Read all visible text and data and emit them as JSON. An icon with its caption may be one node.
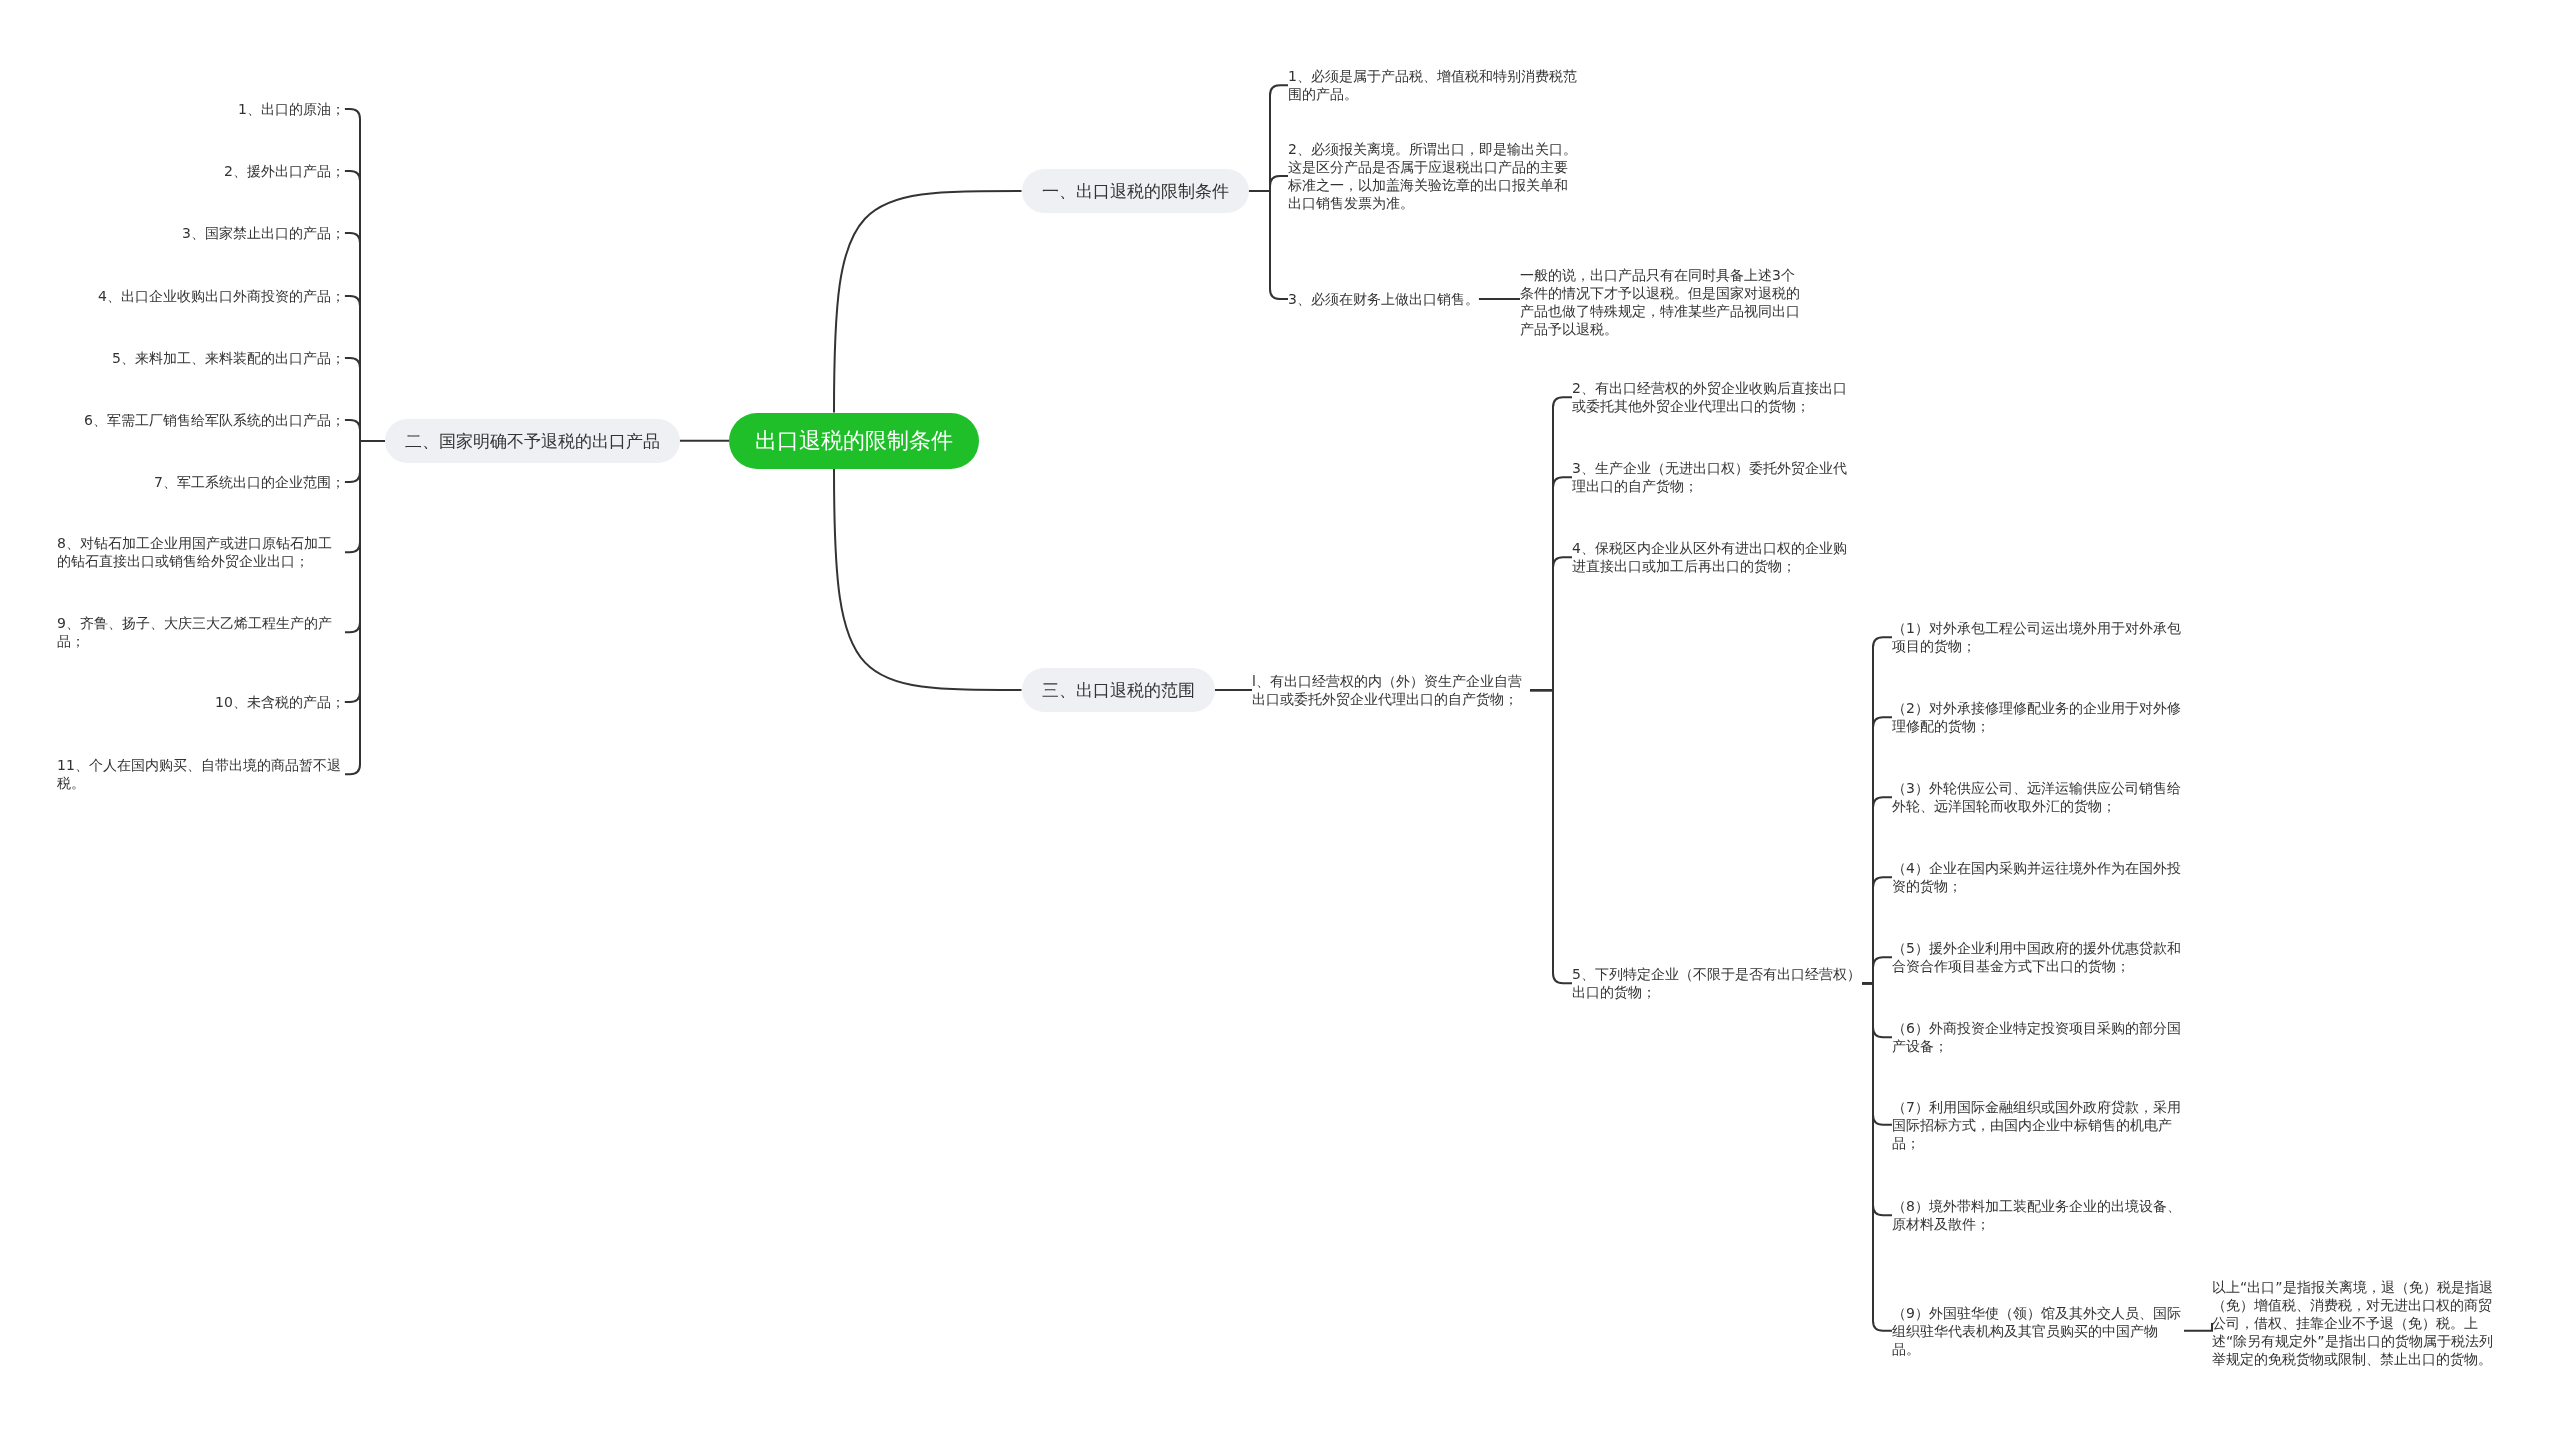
{
  "diagram": {
    "nodes": [
      {
        "text": [
          "出口退税的限制条件"
        ]
      },
      {
        "text": [
          "一、出口退税的限制条件"
        ]
      },
      {
        "text": [
          "1、必须是属于产品税、增值税和特别消费税范围的产品。"
        ]
      },
      {
        "text": [
          "2、必须报关离境。所谓出口，即是输出关口。这是区分产品是否属于应退税出口产品的主要标准之一，以加盖海关验讫章的出口报关单和出口销售发票为准。"
        ]
      },
      {
        "text": [
          "3、必须在财务上做出口销售。"
        ]
      },
      {
        "text": [
          "一般的说，出口产品只有在同时具备上述3个条件的情况下才予以退税。但是国家对退税的产品也做了特殊规定，特准某些产品视同出口产品予以退税。"
        ]
      },
      {
        "text": [
          "二、国家明确不予退税的出口产品"
        ]
      },
      {
        "text": [
          "1、出口的原油；"
        ]
      },
      {
        "text": [
          "2、援外出口产品；"
        ]
      },
      {
        "text": [
          "3、国家禁止出口的产品；"
        ]
      },
      {
        "text": [
          "4、出口企业收购出口外商投资的产品；"
        ]
      },
      {
        "text": [
          "5、来料加工、来料装配的出口产品；"
        ]
      },
      {
        "text": [
          "6、军需工厂销售给军队系统的出口产品；"
        ]
      },
      {
        "text": [
          "7、军工系统出口的企业范围；"
        ]
      },
      {
        "text": [
          "8、对钻石加工企业用国产或进口原钻石加工的钻石直接出口或销售给外贸企业出口；"
        ]
      },
      {
        "text": [
          "9、齐鲁、扬子、大庆三大乙烯工程生产的产品；"
        ]
      },
      {
        "text": [
          "10、未含税的产品；"
        ]
      },
      {
        "text": [
          "11、个人在国内购买、自带出境的商品暂不退税。"
        ]
      },
      {
        "text": [
          "三、出口退税的范围"
        ]
      },
      {
        "text": [
          "l、有出口经营权的内（外）资生产企业自营出口或委托外贸企业代理出口的自产货物；"
        ]
      },
      {
        "text": [
          "2、有出口经营权的外贸企业收购后直接出口或委托其他外贸企业代理出口的货物；"
        ]
      },
      {
        "text": [
          "3、生产企业（无进出口权）委托外贸企业代理出口的自产货物；"
        ]
      },
      {
        "text": [
          "4、保税区内企业从区外有进出口权的企业购进直接出口或加工后再出口的货物；"
        ]
      },
      {
        "text": [
          "5、下列特定企业（不限于是否有出口经营权）出口的货物；"
        ]
      },
      {
        "text": [
          "（1）对外承包工程公司运出境外用于对外承包项目的货物；"
        ]
      },
      {
        "text": [
          "（2）对外承接修理修配业务的企业用于对外修理修配的货物；"
        ]
      },
      {
        "text": [
          "（3）外轮供应公司、远洋运输供应公司销售给外轮、远洋国轮而收取外汇的货物；"
        ]
      },
      {
        "text": [
          "（4）企业在国内采购并运往境外作为在国外投资的货物；"
        ]
      },
      {
        "text": [
          "（5）援外企业利用中国政府的援外优惠贷款和合资合作项目基金方式下出口的货物；"
        ]
      },
      {
        "text": [
          "（6）外商投资企业特定投资项目采购的部分国产设备；"
        ]
      },
      {
        "text": [
          "（7）利用国际金融组织或国外政府贷款，采用国际招标方式，由国内企业中标销售的机电产品；"
        ]
      },
      {
        "text": [
          "（8）境外带料加工装配业务企业的出境设备、原材料及散件；"
        ]
      },
      {
        "text": [
          "（9）外国驻华使（领）馆及其外交人员、国际组织驻华代表机构及其官员购买的中国产物品。"
        ]
      },
      {
        "text": [
          "以上“出口”是指报关离境，退（免）税是指退（免）增值税、消费税，对无进出口权的商贸公司，借权、挂靠企业不予退（免）税。上述“除另有规定外”是指出口的货物属于税法列举规定的免税货物或限制、禁止出口的货物。"
        ]
      }
    ],
    "edges": [
      {
        "from": 0,
        "to": 1,
        "arrow": "none"
      },
      {
        "from": 0,
        "to": 6,
        "arrow": "none"
      },
      {
        "from": 0,
        "to": 18,
        "arrow": "none"
      },
      {
        "from": 1,
        "to": 2,
        "arrow": "none"
      },
      {
        "from": 1,
        "to": 3,
        "arrow": "none"
      },
      {
        "from": 1,
        "to": 4,
        "arrow": "none"
      },
      {
        "from": 4,
        "to": 5,
        "arrow": "none"
      },
      {
        "from": 6,
        "to": 7,
        "arrow": "none"
      },
      {
        "from": 6,
        "to": 8,
        "arrow": "none"
      },
      {
        "from": 6,
        "to": 9,
        "arrow": "none"
      },
      {
        "from": 6,
        "to": 10,
        "arrow": "none"
      },
      {
        "from": 6,
        "to": 11,
        "arrow": "none"
      },
      {
        "from": 6,
        "to": 12,
        "arrow": "none"
      },
      {
        "from": 6,
        "to": 13,
        "arrow": "none"
      },
      {
        "from": 6,
        "to": 14,
        "arrow": "none"
      },
      {
        "from": 6,
        "to": 15,
        "arrow": "none"
      },
      {
        "from": 6,
        "to": 16,
        "arrow": "none"
      },
      {
        "from": 6,
        "to": 17,
        "arrow": "none"
      },
      {
        "from": 18,
        "to": 19,
        "arrow": "none"
      },
      {
        "from": 19,
        "to": 20,
        "arrow": "none"
      },
      {
        "from": 19,
        "to": 21,
        "arrow": "none"
      },
      {
        "from": 19,
        "to": 22,
        "arrow": "none"
      },
      {
        "from": 19,
        "to": 23,
        "arrow": "none"
      },
      {
        "from": 23,
        "to": 24,
        "arrow": "none"
      },
      {
        "from": 23,
        "to": 25,
        "arrow": "none"
      },
      {
        "from": 23,
        "to": 26,
        "arrow": "none"
      },
      {
        "from": 23,
        "to": 27,
        "arrow": "none"
      },
      {
        "from": 23,
        "to": 28,
        "arrow": "none"
      },
      {
        "from": 23,
        "to": 29,
        "arrow": "none"
      },
      {
        "from": 23,
        "to": 30,
        "arrow": "none"
      },
      {
        "from": 23,
        "to": 31,
        "arrow": "none"
      },
      {
        "from": 23,
        "to": 32,
        "arrow": "none"
      },
      {
        "from": 32,
        "to": 33,
        "arrow": "none"
      }
    ]
  }
}
